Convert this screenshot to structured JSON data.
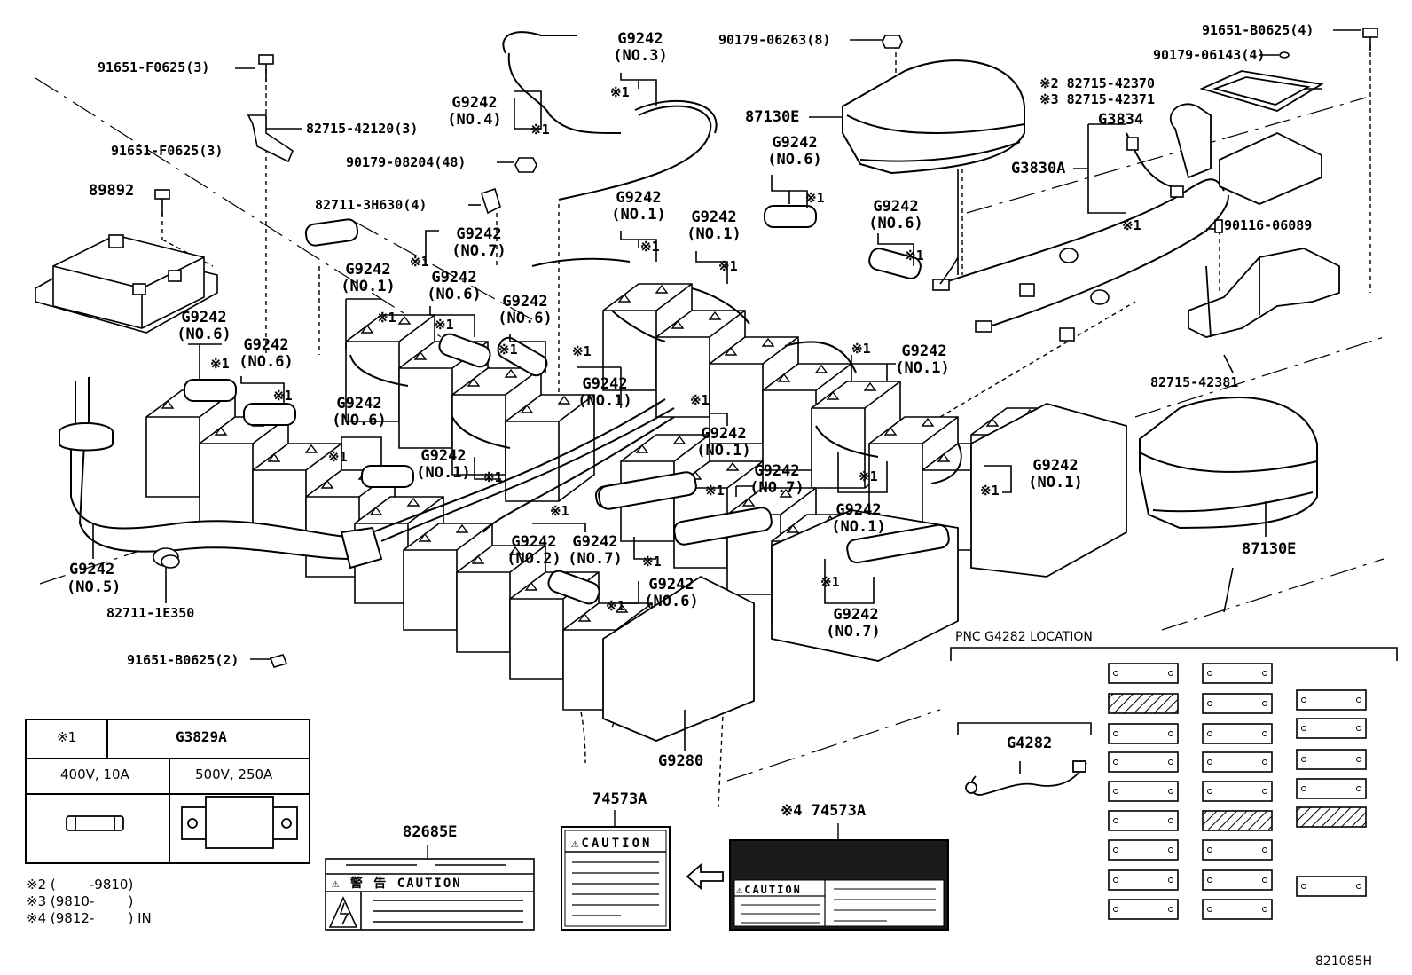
{
  "parts": {
    "p_91651_f0625_a": "91651-F0625(3)",
    "p_82715_42120": "82715-42120(3)",
    "p_91651_f0625_b": "91651-F0625(3)",
    "p_89892": "89892",
    "p_82711_3h630": "82711-3H630(4)",
    "p_90179_08204": "90179-08204(48)",
    "p_90179_06263": "90179-06263(8)",
    "p_87130e_a": "87130E",
    "p_91651_b0625_4": "91651-B0625(4)",
    "p_90179_06143": "90179-06143(4)",
    "p_82715_42370": "※2 82715-42370",
    "p_82715_42371": "※3 82715-42371",
    "p_g3834": "G3834",
    "p_g3830a": "G3830A",
    "p_90116_06089": "90116-06089",
    "p_82715_42381": "82715-42381",
    "p_87130e_b": "87130E",
    "p_g9242_no5": "G9242",
    "p_no5": "(NO.5)",
    "p_82711_1e350": "82711-1E350",
    "p_91651_b0625_2": "91651-B0625(2)",
    "p_g9280": "G9280",
    "p_82685e": "82685E",
    "p_74573a": "74573A",
    "p_74573a_4": "※4 74573A",
    "p_g4282": "G4282",
    "pnc_location": "PNC G4282 LOCATION",
    "footer_code": "821085H"
  },
  "g9242_labels": [
    {
      "name": "G9242",
      "no": "(NO.3)",
      "mark": "※1"
    },
    {
      "name": "G9242",
      "no": "(NO.4)",
      "mark": "※1"
    },
    {
      "name": "G9242",
      "no": "(NO.6)",
      "mark": "※1"
    },
    {
      "name": "G9242",
      "no": "(NO.6)",
      "mark": "※1"
    },
    {
      "name": "G9242",
      "no": "(NO.1)",
      "mark": "※1"
    },
    {
      "name": "G9242",
      "no": "(NO.7)",
      "mark": "※1"
    },
    {
      "name": "G9242",
      "no": "(NO.1)",
      "mark": "※1"
    },
    {
      "name": "G9242",
      "no": "(NO.1)",
      "mark": "※1"
    },
    {
      "name": "G9242",
      "no": "(NO.6)",
      "mark": "※1"
    },
    {
      "name": "G9242",
      "no": "(NO.6)",
      "mark": "※1"
    },
    {
      "name": "G9242",
      "no": "(NO.6)",
      "mark": "※1"
    },
    {
      "name": "G9242",
      "no": "(NO.6)",
      "mark": "※1"
    },
    {
      "name": "G9242",
      "no": "(NO.1)",
      "mark": "※1"
    },
    {
      "name": "G9242",
      "no": "(NO.1)",
      "mark": "※1"
    },
    {
      "name": "G9242",
      "no": "(NO.6)",
      "mark": "※1"
    },
    {
      "name": "G9242",
      "no": "(NO.1)",
      "mark": "※1"
    },
    {
      "name": "G9242",
      "no": "(NO.1)",
      "mark": "※1"
    },
    {
      "name": "G9242",
      "no": "(NO.7)",
      "mark": "※1"
    },
    {
      "name": "G9242",
      "no": "(NO.1)",
      "mark": "※1"
    },
    {
      "name": "G9242",
      "no": "(NO.2)",
      "mark": "※1"
    },
    {
      "name": "G9242",
      "no": "(NO.7)",
      "mark": "※1"
    },
    {
      "name": "G9242",
      "no": "(NO.6)",
      "mark": "※1"
    },
    {
      "name": "G9242",
      "no": "(NO.7)",
      "mark": "※1"
    },
    {
      "name": "G9242",
      "no": "(NO.1)",
      "mark": "※1"
    }
  ],
  "legend": {
    "mark": "※1",
    "part": "G3829A",
    "rating_small": "400V, 10A",
    "rating_large": "500V, 250A"
  },
  "notes": [
    "※2 (        -9810)",
    "※3 (9810-        )",
    "※4 (9812-        ) IN"
  ],
  "caution_labels": {
    "label_82685e": "⚠ 警 告   CAUTION",
    "label_74573a": "⚠CAUTION",
    "label_74573a_4": "⚠CAUTION"
  },
  "colors": {
    "ink": "#000000",
    "paper": "#ffffff"
  }
}
